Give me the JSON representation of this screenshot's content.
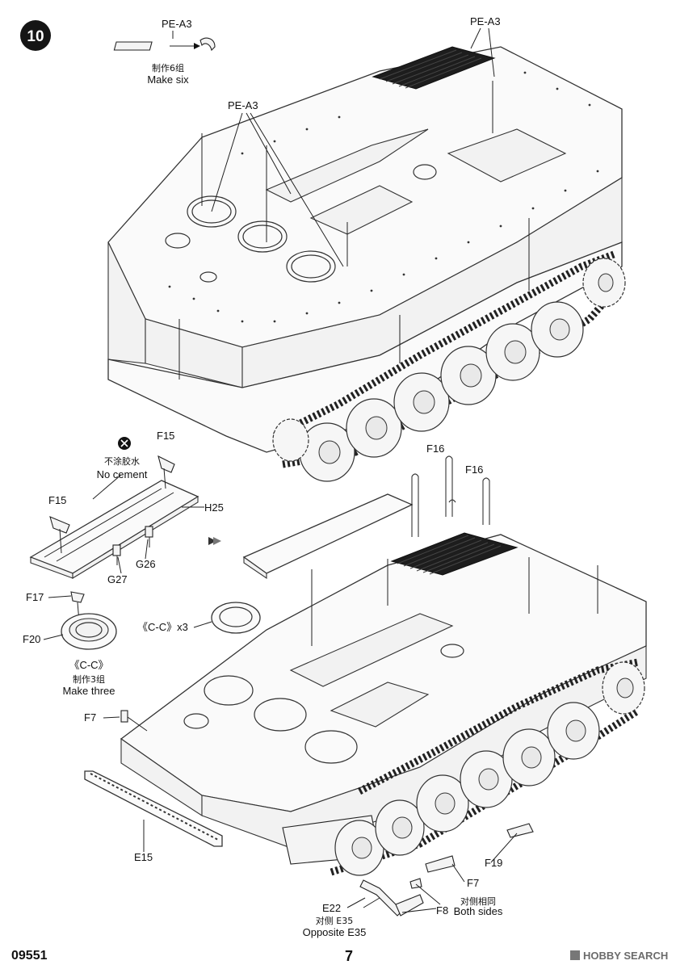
{
  "step": {
    "number": "10"
  },
  "labels": {
    "pe_a3_top_left": "PE-A3",
    "pe_a3_top_right": "PE-A3",
    "pe_a3_mid": "PE-A3",
    "make_six_cn": "制作6组",
    "make_six_en": "Make six",
    "no_cement_cn": "不涂胶水",
    "no_cement_en": "No cement",
    "f15_a": "F15",
    "f15_b": "F15",
    "h25": "H25",
    "g26": "G26",
    "g27": "G27",
    "f16_a": "F16",
    "f16_b": "F16",
    "f17": "F17",
    "f20": "F20",
    "cc_detail": "《C-C》",
    "make_three_cn": "制作3组",
    "make_three_en": "Make three",
    "cc_x3": "《C-C》x3",
    "f7_left": "F7",
    "e15": "E15",
    "f19": "F19",
    "f7_bottom": "F7",
    "e22": "E22",
    "opposite_e35_cn": "对侧 E35",
    "opposite_e35_en": "Opposite E35",
    "f8": "F8",
    "both_sides_cn": "对侧相同",
    "both_sides_en": "Both sides"
  },
  "footer": {
    "kit_number": "09551",
    "page_number": "7",
    "watermark": "HOBBY SEARCH"
  },
  "colors": {
    "ink": "#111111",
    "paper": "#ffffff",
    "panel_dark": "#1d1d1d"
  }
}
